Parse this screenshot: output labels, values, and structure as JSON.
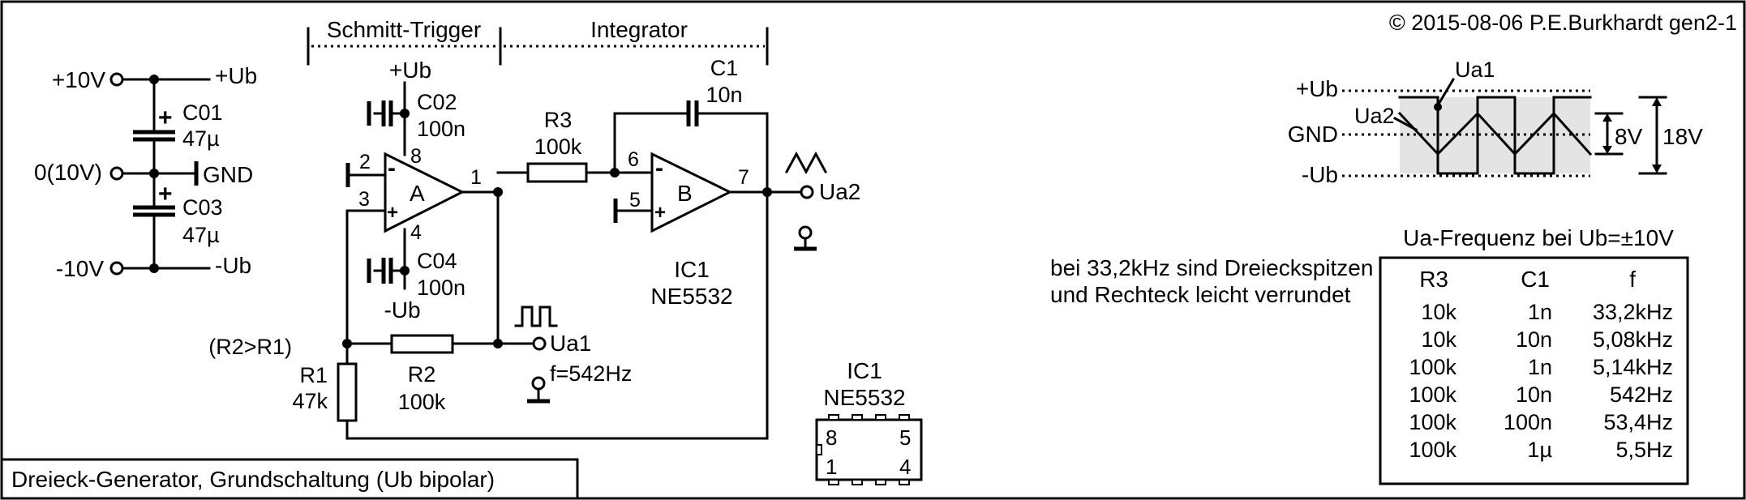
{
  "copyright": "© 2015-08-06 P.E.Burkhardt gen2-1",
  "caption": "Dreieck-Generator, Grundschaltung (Ub bipolar)",
  "sections": {
    "schmitt": "Schmitt-Trigger",
    "integrator": "Integrator"
  },
  "supply": {
    "plus10": "+10V",
    "zero": "0(10V)",
    "minus10": "-10V",
    "ub_plus": "+Ub",
    "gnd": "GND",
    "ub_minus": "-Ub",
    "c01": "C01",
    "c01_val": "47µ",
    "c03": "C03",
    "c03_val": "47µ"
  },
  "schmitt": {
    "ub_plus": "+Ub",
    "c02": "C02",
    "c02_val": "100n",
    "c04": "C04",
    "c04_val": "100n",
    "ub_minus": "-Ub",
    "pin2": "2",
    "pin3": "3",
    "pin8": "8",
    "pin4": "4",
    "pin1": "1",
    "opamp": "A",
    "minus": "-",
    "plus": "+"
  },
  "integrator": {
    "r3": "R3",
    "r3_val": "100k",
    "c1": "C1",
    "c1_val": "10n",
    "pin6": "6",
    "pin5": "5",
    "pin7": "7",
    "opamp": "B",
    "minus": "-",
    "plus": "+",
    "ic": "IC1",
    "ic_type": "NE5532"
  },
  "feedback": {
    "r1": "R1",
    "r1_val": "47k",
    "r2": "R2",
    "r2_val": "100k",
    "condition": "(R2>R1)"
  },
  "outputs": {
    "ua1": "Ua1",
    "ua2": "Ua2",
    "freq": "f=542Hz"
  },
  "chip": {
    "ic": "IC1",
    "type": "NE5532",
    "p8": "8",
    "p5": "5",
    "p1": "1",
    "p4": "4"
  },
  "waveform": {
    "ub_plus": "+Ub",
    "gnd": "GND",
    "ub_minus": "-Ub",
    "ua1": "Ua1",
    "ua2": "Ua2",
    "span_small": "8V",
    "span_large": "18V"
  },
  "note": {
    "line1": "bei 33,2kHz sind Dreieckspitzen",
    "line2": "und Rechteck leicht verrundet"
  },
  "freq_table": {
    "title": "Ua-Frequenz bei Ub=±10V",
    "headers": [
      "R3",
      "C1",
      "f"
    ],
    "rows": [
      [
        "10k",
        "1n",
        "33,2kHz"
      ],
      [
        "10k",
        "10n",
        "5,08kHz"
      ],
      [
        "100k",
        "1n",
        "5,14kHz"
      ],
      [
        "100k",
        "10n",
        "542Hz"
      ],
      [
        "100k",
        "100n",
        "53,4Hz"
      ],
      [
        "100k",
        "1µ",
        "5,5Hz"
      ]
    ]
  }
}
